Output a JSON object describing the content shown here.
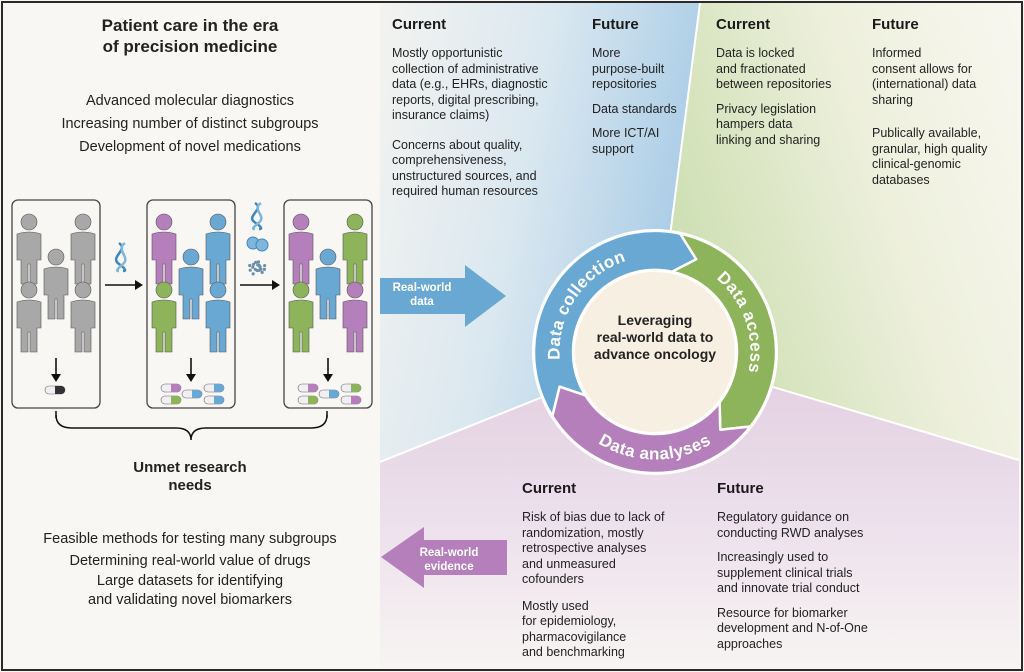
{
  "title": "Patient care in the era\nof precision medicine",
  "drivers": [
    "Advanced molecular diagnostics",
    "Increasing number of distinct subgroups",
    "Development of novel medications"
  ],
  "unmet_needs_label": "Unmet research\nneeds",
  "unmet_needs": [
    "Feasible methods for testing many subgroups",
    "Determining real-world value of drugs",
    "Large datasets for identifying\nand validating novel biomarkers"
  ],
  "arrows": {
    "real_world_data": "Real-world\ndata",
    "real_world_evidence": "Real-world\nevidence"
  },
  "cycle": {
    "center": "Leveraging\nreal-world data to\nadvance oncology",
    "segments": [
      {
        "label": "Data collection",
        "color": "#6aa8d4"
      },
      {
        "label": "Data access",
        "color": "#8db45a"
      },
      {
        "label": "Data analyses",
        "color": "#b57fbb"
      }
    ],
    "center_color": "#f7f0e2"
  },
  "panels": {
    "collection": {
      "current_heading": "Current",
      "future_heading": "Future",
      "current": [
        "Mostly opportunistic\ncollection of administrative\ndata (e.g., EHRs, diagnostic\nreports, digital prescribing,\ninsurance claims)",
        "Concerns about quality,\ncomprehensiveness,\nunstructured sources, and\nrequired human resources"
      ],
      "future": [
        "More\npurpose-built\nrepositories",
        "Data standards",
        "More ICT/AI\nsupport"
      ]
    },
    "access": {
      "current_heading": "Current",
      "future_heading": "Future",
      "current": [
        "Data is locked\nand fractionated\nbetween repositories",
        "Privacy legislation\nhampers data\nlinking and sharing"
      ],
      "future": [
        "Informed\nconsent allows for\n(international) data\nsharing",
        "Publically available,\ngranular, high quality\nclinical-genomic\ndatabases"
      ]
    },
    "analyses": {
      "current_heading": "Current",
      "future_heading": "Future",
      "current": [
        "Risk of bias due to lack of\nrandomization, mostly\nretrospective analyses\nand unmeasured\ncofounders",
        "Mostly used\nfor epidemiology,\npharmacovigilance\nand benchmarking"
      ],
      "future": [
        "Regulatory guidance on\nconducting RWD analyses",
        "Increasingly used to\nsupplement clinical trials\nand innovate trial conduct",
        "Resource for biomarker\ndevelopment and N-of-One\napproaches"
      ]
    }
  },
  "patient_groups": [
    {
      "people": [
        "gray",
        "gray",
        "gray",
        "gray",
        "gray"
      ],
      "pills": 1
    },
    {
      "people": [
        "purple",
        "blue",
        "blue",
        "green",
        "blue"
      ],
      "pills": 5
    },
    {
      "people": [
        "purple",
        "green",
        "blue",
        "green",
        "purple"
      ],
      "pills": 5
    }
  ],
  "colors": {
    "blue": "#6aa8d4",
    "green": "#8db45a",
    "purple": "#b57fbb",
    "gray": "#a8a8a8"
  }
}
